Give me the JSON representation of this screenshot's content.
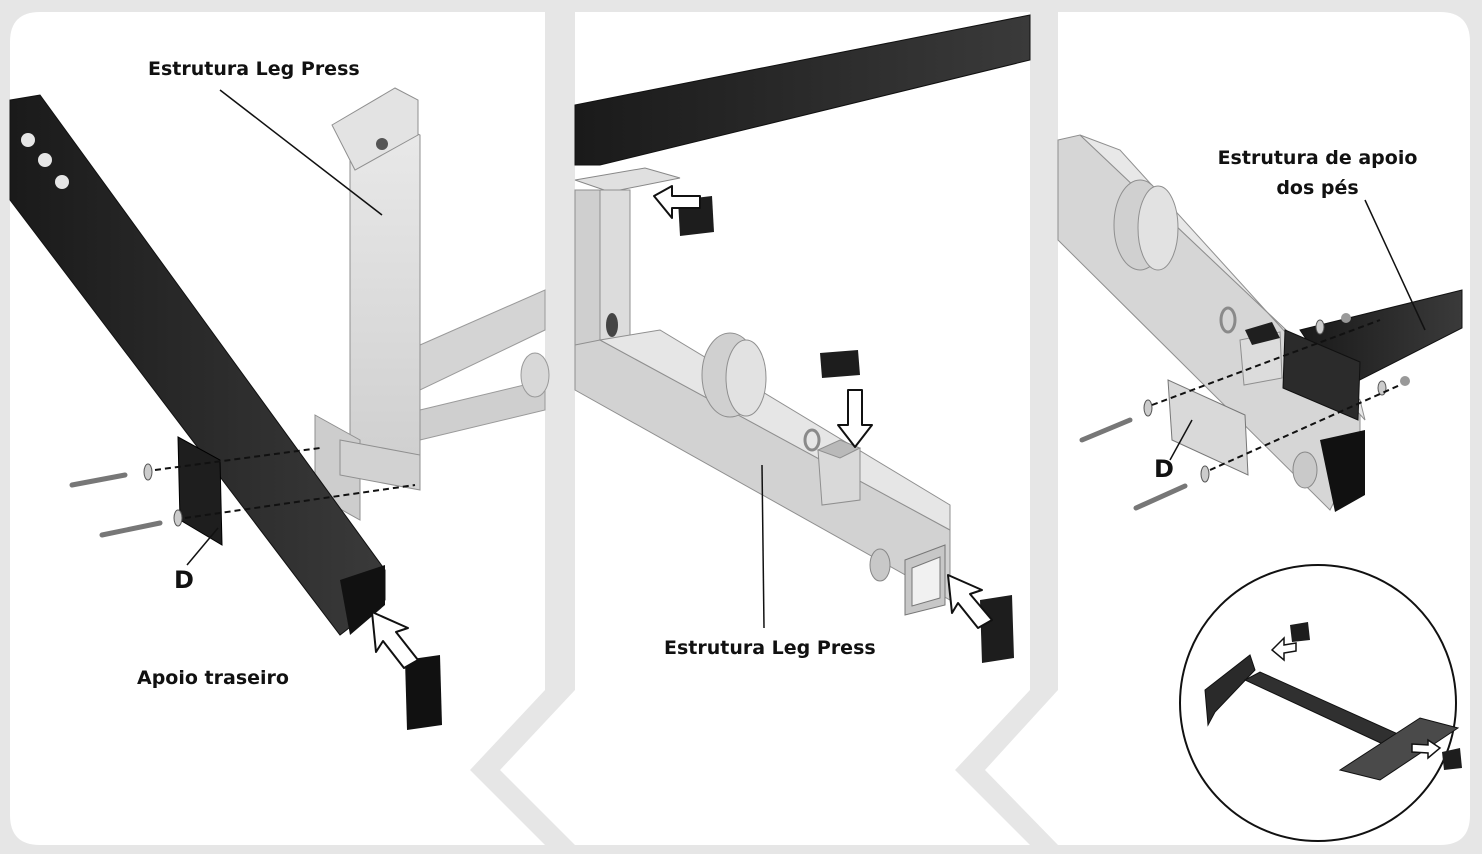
{
  "panels": [
    {
      "labels": {
        "structure": "Estrutura Leg Press",
        "part_letter": "D",
        "rear_support": "Apoio traseiro"
      }
    },
    {
      "labels": {
        "structure": "Estrutura Leg Press"
      }
    },
    {
      "labels": {
        "foot_support_line1": "Estrutura de apoio",
        "foot_support_line2": "dos pés",
        "part_letter": "D"
      }
    }
  ],
  "colors": {
    "background": "#e6e6e6",
    "panel": "#ffffff",
    "frame_light": "#d6d6d6",
    "frame_dark": "#2b2b2b"
  }
}
